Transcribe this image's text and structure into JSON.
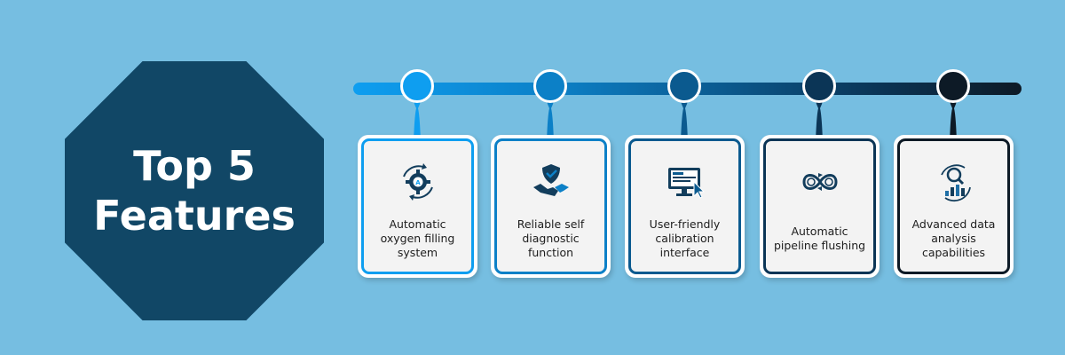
{
  "title_line1": "Top 5",
  "title_line2": "Features",
  "colors": {
    "background": "#76bee1",
    "octagon": "#114766",
    "step_colors": [
      "#0e9ef0",
      "#0c80c7",
      "#0b5a8f",
      "#0b3556",
      "#0d1a26"
    ]
  },
  "features": [
    {
      "label": "Automatic oxygen filling system",
      "icon": "gear-cycle-icon"
    },
    {
      "label": "Reliable self diagnostic function",
      "icon": "shield-handshake-icon"
    },
    {
      "label": "User-friendly calibration interface",
      "icon": "monitor-cursor-icon"
    },
    {
      "label": "Automatic pipeline flushing",
      "icon": "infinity-pipeline-icon"
    },
    {
      "label": "Advanced data analysis capabilities",
      "icon": "analytics-magnifier-icon"
    }
  ]
}
